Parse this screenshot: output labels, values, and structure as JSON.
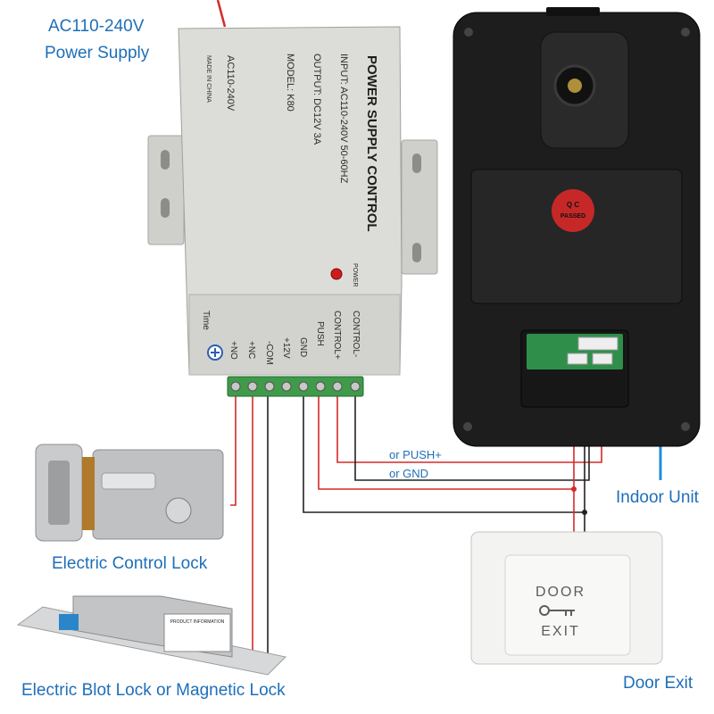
{
  "labels": {
    "power_supply_line1": "AC110-240V",
    "power_supply_line2": "Power Supply",
    "indoor_unit": "Indoor Unit",
    "electric_control_lock": "Electric Control Lock",
    "electric_bolt_lock": "Electric Blot Lock or Magnetic Lock",
    "door_exit": "Door Exit",
    "or_push": "or PUSH+",
    "or_gnd": "or GND"
  },
  "power_box": {
    "title": "POWER SUPPLY CONTROL",
    "input": "INPUT: AC110-240V  50-60HZ",
    "output": "OUTPUT: DC12V  3A",
    "model": "MODEL: K80",
    "ac": "AC110-240V",
    "made_in": "MADE IN CHINA",
    "power_led": "POWER",
    "time": "Time",
    "terminals": [
      "+NO",
      "+NC",
      "-COM",
      "+12V",
      "GND",
      "PUSH",
      "CONTROL+",
      "CONTROL-"
    ]
  },
  "camera": {
    "qc_line1": "Q C",
    "qc_line2": "PASSED"
  },
  "exit_button": {
    "line1": "DOOR",
    "line2": "EXIT"
  },
  "bolt_lock": {
    "product_info": "PRODUCT INFORMATION"
  },
  "colors": {
    "callout_blue": "#1e6fb8",
    "wire_red": "#d42a2a",
    "wire_black": "#222222",
    "terminal_green": "#3f9a4a",
    "box_grey": "#d8d9d4"
  }
}
